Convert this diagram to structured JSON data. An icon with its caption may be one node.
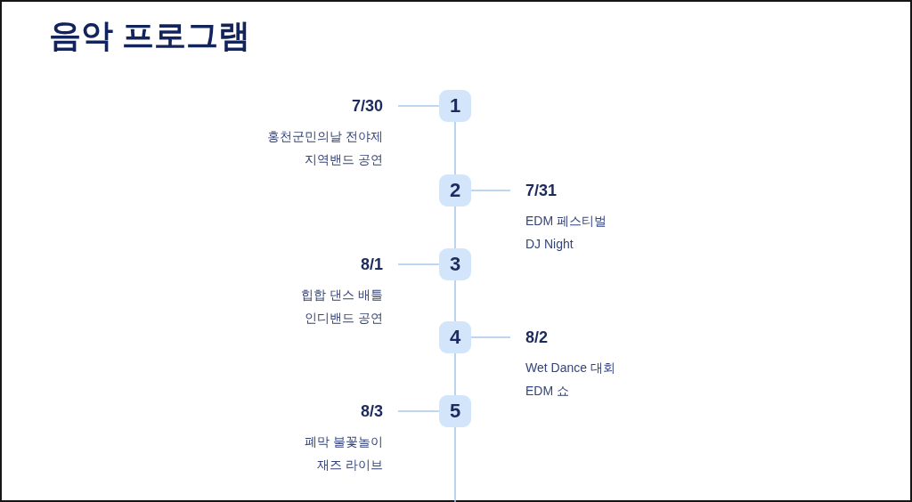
{
  "diagram": {
    "title": "음악 프로그램",
    "nodes": [
      {
        "text": [
          "7/30",
          "홍천군민의날 전야제",
          "지역밴드 공연"
        ]
      },
      {
        "text": [
          "1"
        ]
      },
      {
        "text": [
          "2"
        ]
      },
      {
        "text": [
          "7/31",
          "EDM 페스티벌",
          "DJ Night"
        ]
      },
      {
        "text": [
          "8/1",
          "힙합 댄스 배틀",
          "인디밴드 공연"
        ]
      },
      {
        "text": [
          "3"
        ]
      },
      {
        "text": [
          "4"
        ]
      },
      {
        "text": [
          "8/2",
          "Wet Dance 대회",
          "EDM 쇼"
        ]
      },
      {
        "text": [
          "8/3",
          "폐막 불꽃놀이",
          "재즈 라이브"
        ]
      },
      {
        "text": [
          "5"
        ]
      }
    ],
    "edges": [
      {
        "from": 0,
        "to": 1,
        "arrow": "none"
      },
      {
        "from": 1,
        "to": 2,
        "arrow": "none"
      },
      {
        "from": 2,
        "to": 3,
        "arrow": "none"
      },
      {
        "from": 2,
        "to": 5,
        "arrow": "none"
      },
      {
        "from": 4,
        "to": 5,
        "arrow": "none"
      },
      {
        "from": 5,
        "to": 6,
        "arrow": "none"
      },
      {
        "from": 6,
        "to": 7,
        "arrow": "none"
      },
      {
        "from": 6,
        "to": 9,
        "arrow": "none"
      },
      {
        "from": 8,
        "to": 9,
        "arrow": "none"
      },
      {
        "from": 9,
        "to": null,
        "arrow": "none"
      }
    ]
  }
}
